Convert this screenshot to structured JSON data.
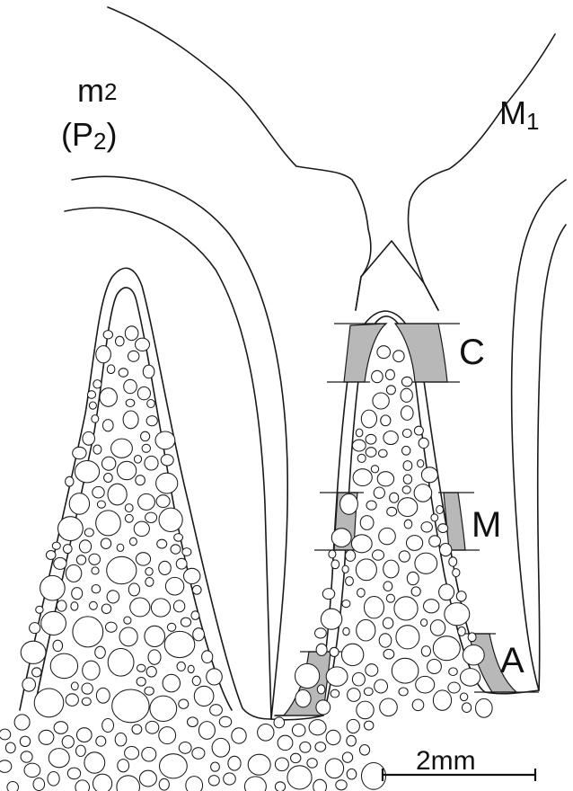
{
  "labels": {
    "tooth_left_main": "m",
    "tooth_left_main_sub": "2",
    "tooth_left_alt": "(P",
    "tooth_left_alt_sub": "2",
    "tooth_left_alt_close": ")",
    "tooth_right_main": "M",
    "tooth_right_main_sub": "1",
    "level_c": "C",
    "level_m": "M",
    "level_a": "A"
  },
  "scale_bar": {
    "label": "2mm"
  },
  "colors": {
    "outline": "#1a1a1a",
    "shaded_region": "#b8b8b8",
    "background": "#ffffff"
  }
}
